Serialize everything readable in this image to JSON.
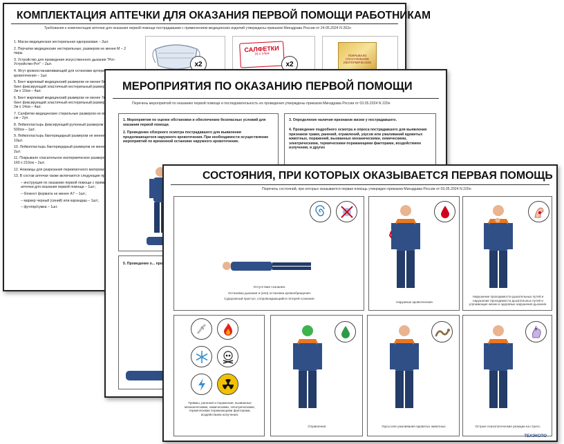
{
  "poster1": {
    "title": "КОМПЛЕКТАЦИЯ АПТЕЧКИ ДЛЯ ОКАЗАНИЯ ПЕРВОЙ ПОМОЩИ РАБОТНИКАМ",
    "subtitle": "Требования к комплектации аптечки для оказания первой помощи пострадавшим с применением медицинских изделий утверждены приказом Минздрава России от 24.05.2024 N 262н",
    "items": [
      "1.    Маска медицинская нестерильная одноразовая – 2шт.",
      "2.    Перчатки медицинские нестерильные, размером не менее M – 2 пары.",
      "3.    Устройство для проведения искусственного дыхания \"Рот-Устройство-Рот\" – 2шт.",
      "4.    Жгут кровоостанавливающий для остановки артериального кровотечения – 1шт.",
      "5.    Бинт марлевый медицинский размером не менее 5м x 10см или бинт фиксирующий эластичный нестерильный размером не менее 2м x 10см – 4шт.",
      "6.    Бинт марлевый медицинский размером не менее 7м x 14см или бинт фиксирующий эластичный нестерильный размером не менее 2м x 14см – 4шт.",
      "7.    Салфетки медицинские стерильные размером не менее 16 x 14 см – 2уп.",
      "8.    Лейкопластырь фиксирующий рулонный размером не менее 2 x 500см – 1шт.",
      "9.    Лейкопластырь бактерицидный размером не менее 1,9 x 7,2см – 10шт.",
      "10.  Лейкопластырь бактерицидный размером не менее 4 x 10см – 2шт.",
      "11.  Покрывало спасательное изотермическое размером не менее 160 x 210см – 2шт.",
      "12.  Ножницы для разрезания перевязочного материала – 1шт.",
      "13.  В состав аптечки также включаются следующие предметы:",
      "–  инструкция по оказанию первой помощи с применением аптечки для оказания первой помощи – 1шт.;",
      "–  блокнот формата не менее A7 – 1шт.;",
      "–  маркер черный (синий) или карандаш – 1шт.;",
      "–  футляр/сумка – 1шт."
    ],
    "mask_count": "x2",
    "napkins_label": "САЛФЕТКИ",
    "napkins_size": "16 x 14см",
    "napkins_count": "x2",
    "blanket_label": "ПОКРЫВАЛО СПАСАТЕЛЬНОЕ ИЗОТЕРМИЧЕСКОЕ"
  },
  "poster2": {
    "title": "МЕРОПРИЯТИЯ ПО ОКАЗАНИЮ ПЕРВОЙ ПОМОЩИ",
    "subtitle": "Перечень мероприятий по оказанию первой помощи и последовательность их проведения утверждены приказом Минздрава России от 03.05.2024 N 220н",
    "step1": "1.    Мероприятия по оценке обстановки и обеспечению безопасных условий для оказания первой помощи.",
    "step2": "2.    Проведение обзорного осмотра пострадавшего для выявления продолжающегося наружного кровотечения. При необходимости осуществление мероприятий по временной остановке наружного кровотечения.",
    "step3": "3.    Определение наличия признаков жизни у пострадавшего.",
    "step4": "4.    Проведение подробного осмотра и опроса пострадавшего для выявления признаков травм, ранений, отравлений, укусов или ужаливаний ядовитых животных, поражений, вызванных механическими, химическими, электрическими, термическими поражающими факторами, воздействием излучения, и других",
    "step5": "5.    Проведение о... проходимости дыха..."
  },
  "poster3": {
    "title": "СОСТОЯНИЯ, ПРИ КОТОРЫХ ОКАЗЫВАЕТСЯ ПЕРВАЯ ПОМОЩЬ",
    "subtitle": "Перечень состояний, при которых оказывается первая помощь утвержден приказом Минздрава России от 03.05.2024 N 220н",
    "cell1_lines": [
      "Отсутствие сознания.",
      "Остановка дыхания и (или) остановка кровообращения.",
      "Судорожный приступ, сопровождающийся потерей сознания."
    ],
    "cell2": "Наружные кровотечения.",
    "cell3": "Нарушение проходимости дыхательных путей и нарушение проходимости дыхательных путей и угрожающие жизни и здоровью нарушения дыхания.",
    "cell4": "Травмы, ранения и поражения, вызванные механическими, химическими, электрическими, термическими поражающими факторами, воздействием излучения.",
    "cell5": "Отравления.",
    "cell6": "Укусы или ужаливания ядовитых животных.",
    "cell7": "Острые психологические реакции на стресс.",
    "brand": "ТЕХЭКСПО"
  },
  "colors": {
    "uniform": "#2f4f86",
    "uniform_dark": "#233c68",
    "accent": "#e87722",
    "skin": "#e9b48f",
    "blood": "#d0021b",
    "caution": "#f2c200"
  },
  "icons": [
    "medical-mask-icon",
    "napkins-icon",
    "blanket-icon",
    "spiral-icon",
    "no-breath-icon",
    "blood-drop-icon",
    "throat-icon",
    "bone-icon",
    "fire-icon",
    "snowflake-icon",
    "skull-icon",
    "lightning-icon",
    "radiation-icon",
    "poison-drop-icon",
    "snake-icon",
    "head-stress-icon"
  ]
}
